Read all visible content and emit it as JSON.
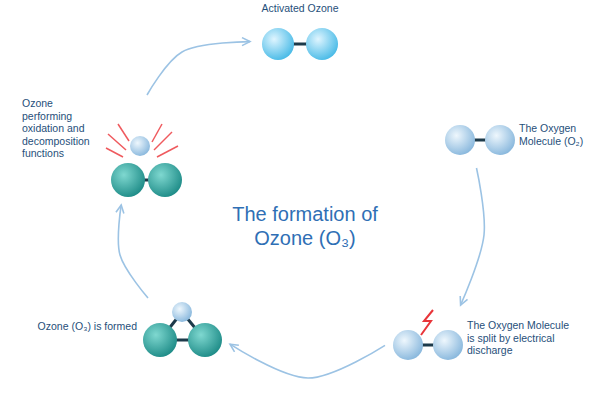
{
  "diagram": {
    "title": "The formation of Ozone (O₃)",
    "nodes": [
      {
        "text": [
          "Activated Ozone"
        ]
      },
      {
        "text": [
          "The Oxygen Molecule (O₂)"
        ]
      },
      {
        "text": [
          "The Oxygen Molecule is split by electrical discharge"
        ]
      },
      {
        "text": [
          "Ozone (O₃) is formed"
        ]
      },
      {
        "text": [
          "Ozone performing oxidation and decomposition functions"
        ]
      }
    ],
    "edges": [
      {
        "from": 1,
        "to": 2,
        "arrow": "to"
      },
      {
        "from": 2,
        "to": 3,
        "arrow": "to"
      },
      {
        "from": 3,
        "to": 4,
        "arrow": "to"
      },
      {
        "from": 4,
        "to": 0,
        "arrow": "to"
      }
    ]
  }
}
